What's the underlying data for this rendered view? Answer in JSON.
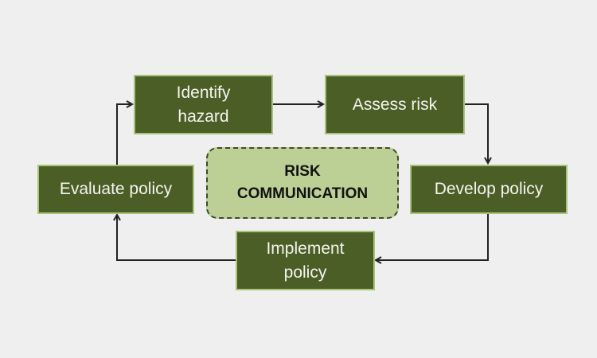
{
  "nodes": {
    "identify": [
      "Identify",
      "hazard"
    ],
    "assess": "Assess risk",
    "develop": "Develop policy",
    "implement": [
      "Implement",
      "policy"
    ],
    "evaluate": "Evaluate policy"
  },
  "center": [
    "RISK",
    "COMMUNICATION"
  ],
  "colors": {
    "box_fill": "#4b5e25",
    "box_border": "#a8c47c",
    "center_fill": "#bcd095",
    "arrow": "#222222"
  }
}
